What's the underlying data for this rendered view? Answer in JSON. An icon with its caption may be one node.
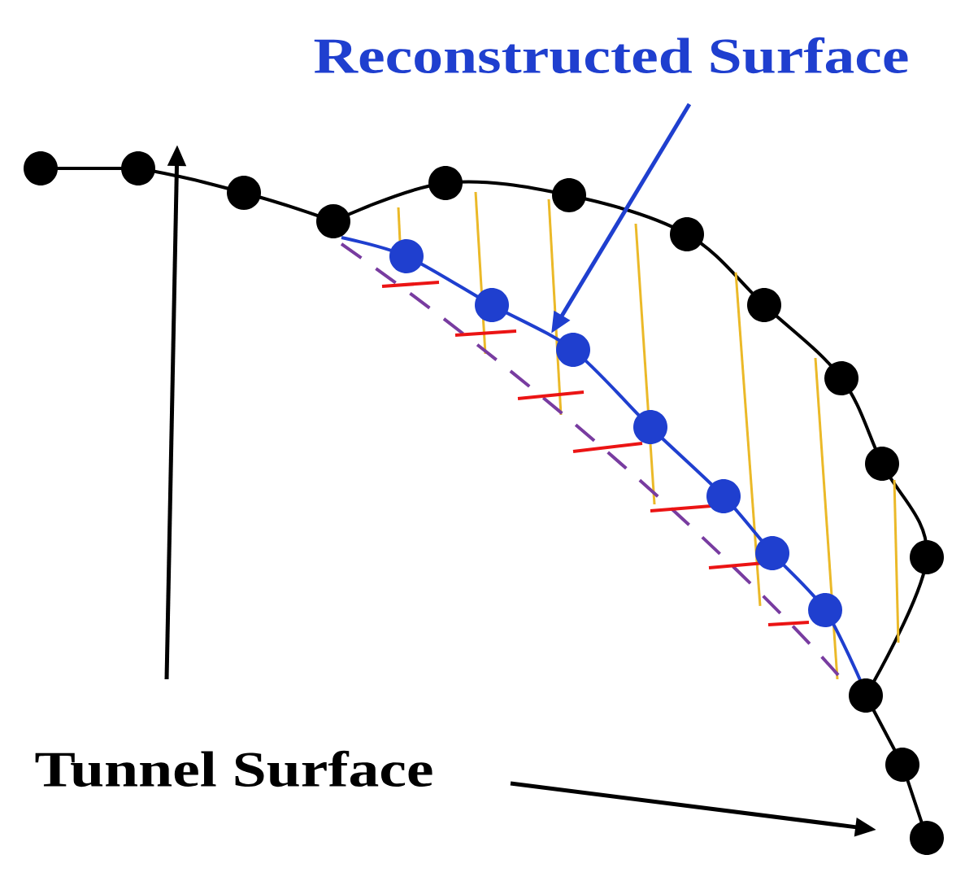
{
  "diagram": {
    "nodes": [
      {
        "text": [
          "Reconstructed Surface"
        ]
      },
      {
        "text": [
          "Tunnel Surface"
        ]
      }
    ],
    "edges": [
      {
        "from": 0,
        "to": null,
        "arrow": "to",
        "color": "#1f3fcf"
      },
      {
        "from": 1,
        "to": null,
        "arrow": "to"
      },
      {
        "from": 1,
        "to": null,
        "arrow": "to"
      }
    ]
  }
}
